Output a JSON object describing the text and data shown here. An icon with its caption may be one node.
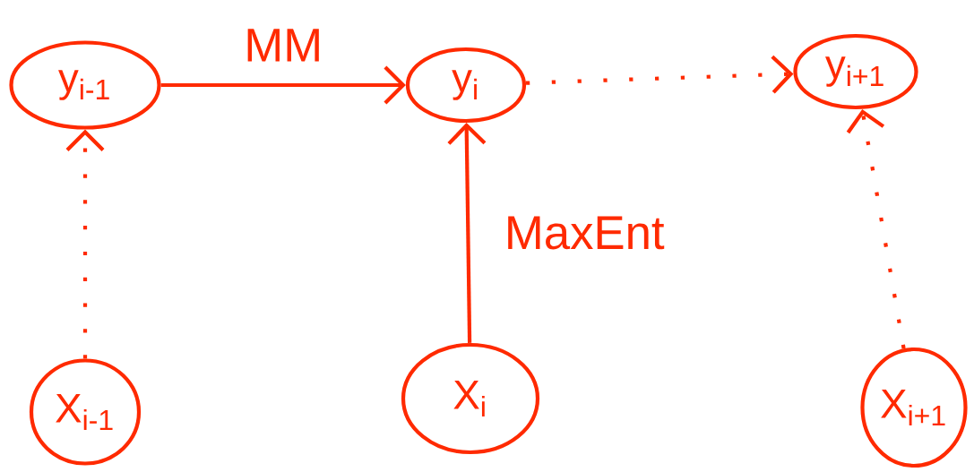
{
  "diagram": {
    "nodes": [
      {
        "text": [
          "y$_{i-1}$"
        ]
      },
      {
        "text": [
          "y$_{i}$"
        ]
      },
      {
        "text": [
          "y$_{i+1}$"
        ]
      },
      {
        "text": [
          "X$_{i-1}$"
        ]
      },
      {
        "text": [
          "X$_{i}$"
        ]
      },
      {
        "text": [
          "X$_{i+1}$"
        ]
      }
    ],
    "edges": [
      {
        "from": 0,
        "to": 1,
        "arrow": "to",
        "label": "MM"
      },
      {
        "from": 1,
        "to": 2,
        "arrow": "to",
        "style": "dashed"
      },
      {
        "from": 3,
        "to": 0,
        "arrow": "to",
        "style": "dashed"
      },
      {
        "from": 4,
        "to": 1,
        "arrow": "to",
        "label": "MaxEnt"
      },
      {
        "from": 5,
        "to": 2,
        "arrow": "to",
        "style": "dashed"
      }
    ]
  }
}
